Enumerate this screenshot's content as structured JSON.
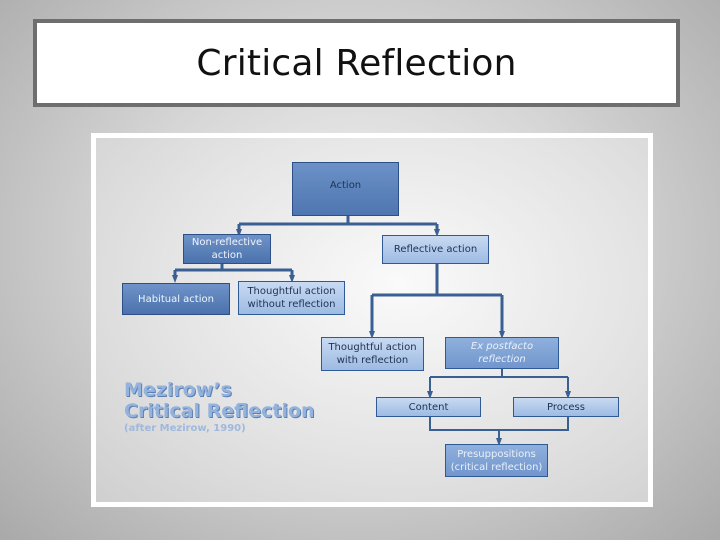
{
  "slide": {
    "title": "Critical Reflection"
  },
  "diagram": {
    "nodes": {
      "action": "Action",
      "non_reflective_action": "Non-reflective action",
      "reflective_action": "Reflective action",
      "habitual_action": "Habitual action",
      "thoughtful_action_without_reflection": "Thoughtful action without reflection",
      "thoughtful_action_with_reflection": "Thoughtful action with reflection",
      "ex_postfacto_reflection": "Ex postfacto reflection",
      "content": "Content",
      "process": "Process",
      "presuppositions": "Presuppositions (critical reflection)"
    },
    "caption": {
      "line1": "Mezirow’s",
      "line2": "Critical Reflection",
      "line3": "(after Mezirow, 1990)"
    }
  },
  "colors": {
    "node_fill_light": "#9dbbe3",
    "node_fill_dark": "#4b72ad",
    "connector": "#3a5f93",
    "caption_text": "#93b2dc"
  }
}
